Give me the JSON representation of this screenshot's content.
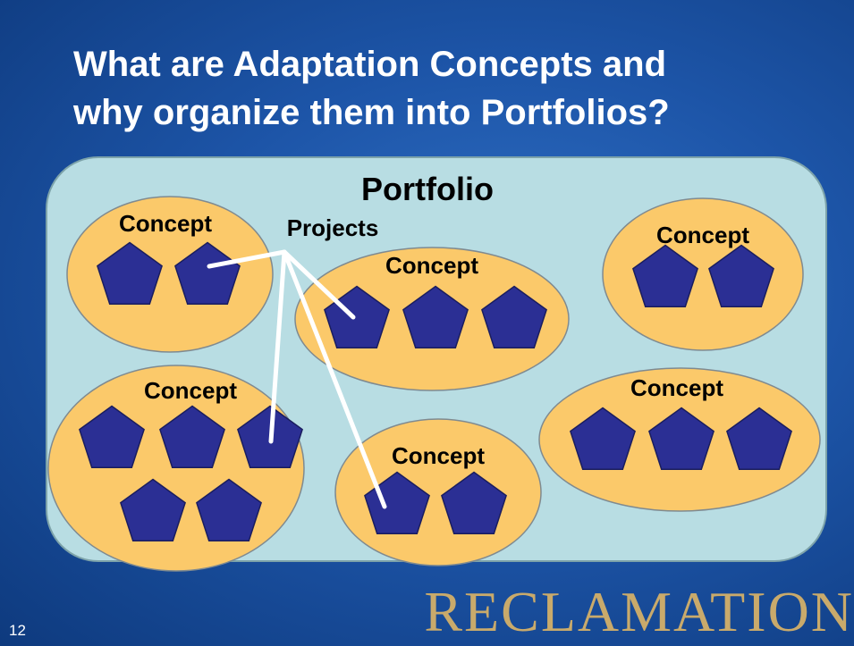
{
  "slide": {
    "title_line1": "What are Adaptation Concepts and",
    "title_line2": "why organize them into Portfolios?",
    "page_number": "12",
    "brand": "RECLAMATION"
  },
  "diagram": {
    "portfolio_label": "Portfolio",
    "projects_label": "Projects",
    "concepts": [
      {
        "label": "Concept",
        "project_count": 2
      },
      {
        "label": "Concept",
        "project_count": 3
      },
      {
        "label": "Concept",
        "project_count": 2
      },
      {
        "label": "Concept",
        "project_count": 5
      },
      {
        "label": "Concept",
        "project_count": 2
      },
      {
        "label": "Concept",
        "project_count": 3
      }
    ]
  },
  "colors": {
    "portfolio_fill": "#b8dde3",
    "concept_fill": "#fbc96a",
    "project_fill": "#2b2f94",
    "connector": "#ffffff",
    "brand": "#c9aa6b"
  }
}
